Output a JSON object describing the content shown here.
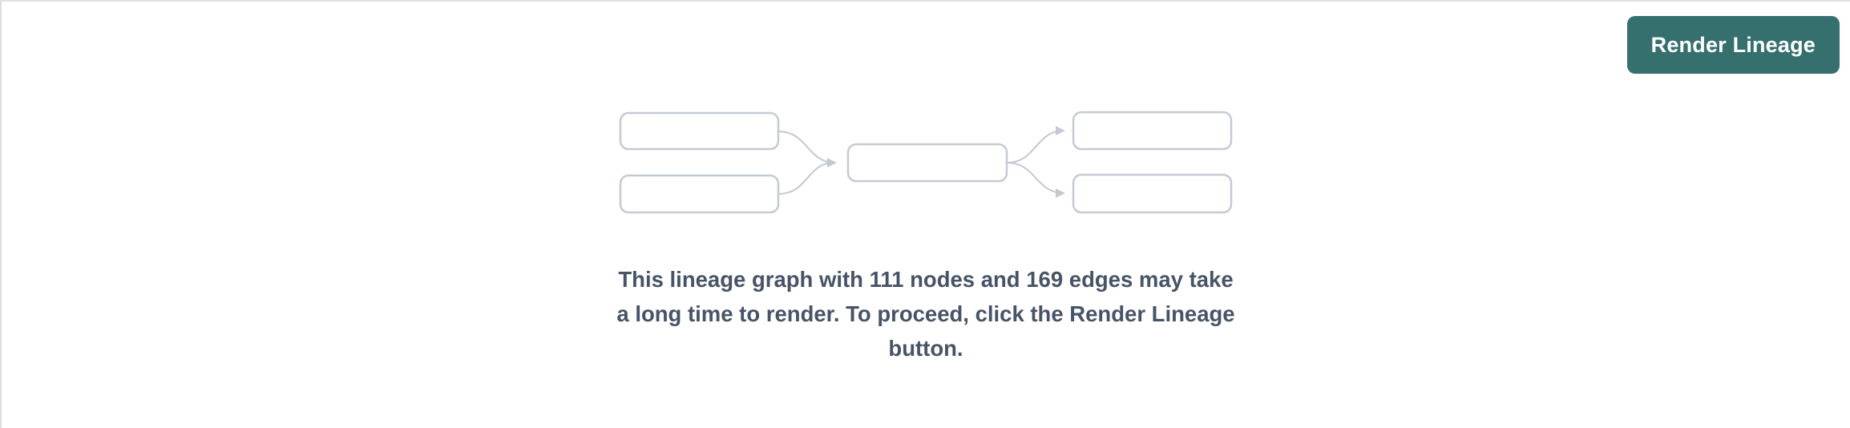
{
  "panel": {
    "border_color": "#dfe1e5",
    "background_color": "#ffffff",
    "button": {
      "label": "Render Lineage",
      "bg_color": "#35706F",
      "text_color": "#ffffff"
    },
    "message": {
      "lines": [
        "This lineage graph with 111 nodes and 169 edges may take",
        "a long time to render. To proceed, click the Render Lineage",
        "button."
      ],
      "full_text": "This lineage graph with 111 nodes and 169 edges may take a long time to render. To proceed, click the Render Lineage button.",
      "node_count": "111",
      "edge_count": "169",
      "text_color": "#475467"
    },
    "diagram": {
      "icon": "lineage-graph-placeholder-icon",
      "node_fill": "#ffffff",
      "node_border_color": "#c5cad3",
      "edge_color": "#c3c8d1",
      "node_count_in_illustration": 5,
      "edge_count_in_illustration": 4
    }
  }
}
